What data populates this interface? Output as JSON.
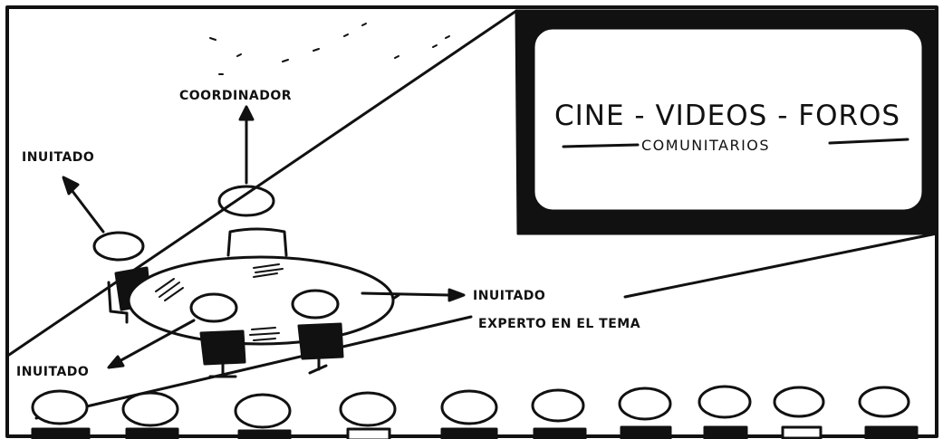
{
  "screen": {
    "title": "CINE - VIDEOS - FOROS",
    "subtitle": "COMUNITARIOS"
  },
  "labels": {
    "coordinator": "COORDINADOR",
    "guest_left": "INUITADO",
    "guest_bottom": "INUITADO",
    "guest_expert_line1": "INUITADO",
    "guest_expert_line2": "EXPERTO EN EL TEMA"
  },
  "audience": {
    "row_seats": 10
  }
}
